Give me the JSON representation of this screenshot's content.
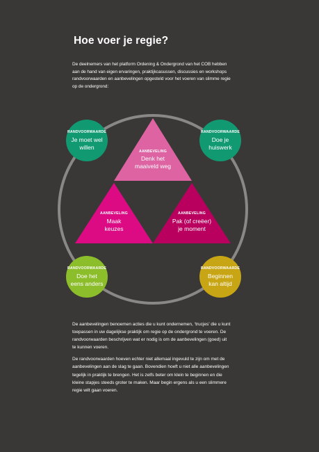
{
  "title": "Hoe voer je regie?",
  "intro_lines": [
    "De deelnemers van het platform Ordening & Ondergrond van het COB hebben",
    "aan de hand van eigen ervaringen, praktijkcasussen, discussies en workshops",
    "randvoorwaarden en aanbevelingen opgesteld voor het voeren van slimme regie",
    "op de ondergrond:"
  ],
  "diagram": {
    "ring_color": "#8a8886",
    "circles": [
      {
        "kicker": "RANDVOORWAARDE",
        "lines": [
          "Je moet wel",
          "willen"
        ],
        "color": "#119a72"
      },
      {
        "kicker": "RANDVOORWAARDE",
        "lines": [
          "Doe je",
          "huiswerk"
        ],
        "color": "#119a72"
      },
      {
        "kicker": "RANDVOORWAARDE",
        "lines": [
          "Doe het",
          "eens anders"
        ],
        "color": "#8cbd2b"
      },
      {
        "kicker": "RANDVOORWAARDE",
        "lines": [
          "Beginnen",
          "kan altijd"
        ],
        "color": "#c8a514"
      }
    ],
    "triangles": [
      {
        "kicker": "AANBEVELING",
        "lines": [
          "Denk het",
          "maaiveld weg"
        ],
        "color": "#de63a3"
      },
      {
        "kicker": "AANBEVELING",
        "lines": [
          "Maak",
          "keuzes"
        ],
        "color": "#dc0a83"
      },
      {
        "kicker": "AANBEVELING",
        "lines": [
          "Pak (of creëer)",
          "je moment"
        ],
        "color": "#b9005f"
      }
    ]
  },
  "paragraphs": [
    [
      "De aanbevelingen benoemen acties die u kunt ondernemen, ‘trucjes’ die u kunt",
      "toepassen in uw dagelijkse praktijk om regie op de ondergrond te voeren. De",
      "randvoorwaarden beschrijven wat er nodig is om de aanbevelingen (goed) uit",
      "te kunnen voeren."
    ],
    [
      "De randvoorwaarden hoeven echter niet allemaal ingevuld te zijn om met de",
      "aanbevelingen aan de slag te gaan. Bovendien hoeft u niet alle aanbevelingen",
      "tegelijk in praktijk te brengen. Het is zelfs beter om klein te beginnen en die",
      "kleine stapjes steeds groter te maken. Maar begin ergens als u een slimmere",
      "regie wilt gaan voeren."
    ]
  ]
}
